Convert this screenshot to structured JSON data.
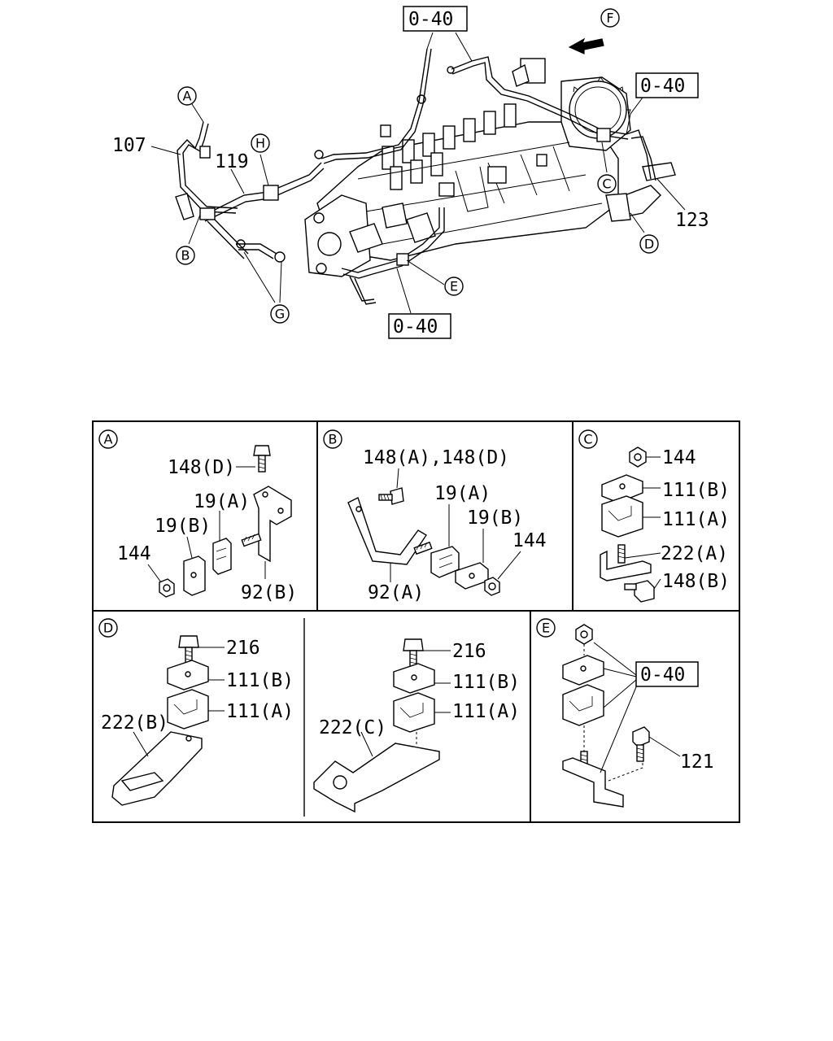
{
  "refs": {
    "ref_top": "0-40",
    "ref_right": "0-40",
    "ref_bottom": "0-40",
    "ref_e": "0-40"
  },
  "callouts": {
    "A": "A",
    "B": "B",
    "C": "C",
    "D": "D",
    "E": "E",
    "F": "F",
    "G": "G",
    "H": "H"
  },
  "main_labels": {
    "p107": "107",
    "p119": "119",
    "p123": "123"
  },
  "detail_a": {
    "letter": "A",
    "bolt": "148(D)",
    "clamp_a": "19(A)",
    "clamp_b": "19(B)",
    "nut": "144",
    "bracket": "92(B)"
  },
  "detail_b": {
    "letter": "B",
    "bolts": "148(A),148(D)",
    "clamp_a": "19(A)",
    "clamp_b": "19(B)",
    "nut": "144",
    "bracket": "92(A)"
  },
  "detail_c": {
    "letter": "C",
    "nut": "144",
    "clamp_b": "111(B)",
    "clamp_a": "111(A)",
    "bracket": "222(A)",
    "bolt": "148(B)"
  },
  "detail_d": {
    "letter": "D",
    "left": {
      "bolt": "216",
      "clamp_b": "111(B)",
      "clamp_a": "111(A)",
      "bracket": "222(B)"
    },
    "right": {
      "bolt": "216",
      "clamp_b": "111(B)",
      "clamp_a": "111(A)",
      "bracket": "222(C)"
    }
  },
  "detail_e": {
    "letter": "E",
    "ref": "0-40",
    "bolt": "121"
  }
}
